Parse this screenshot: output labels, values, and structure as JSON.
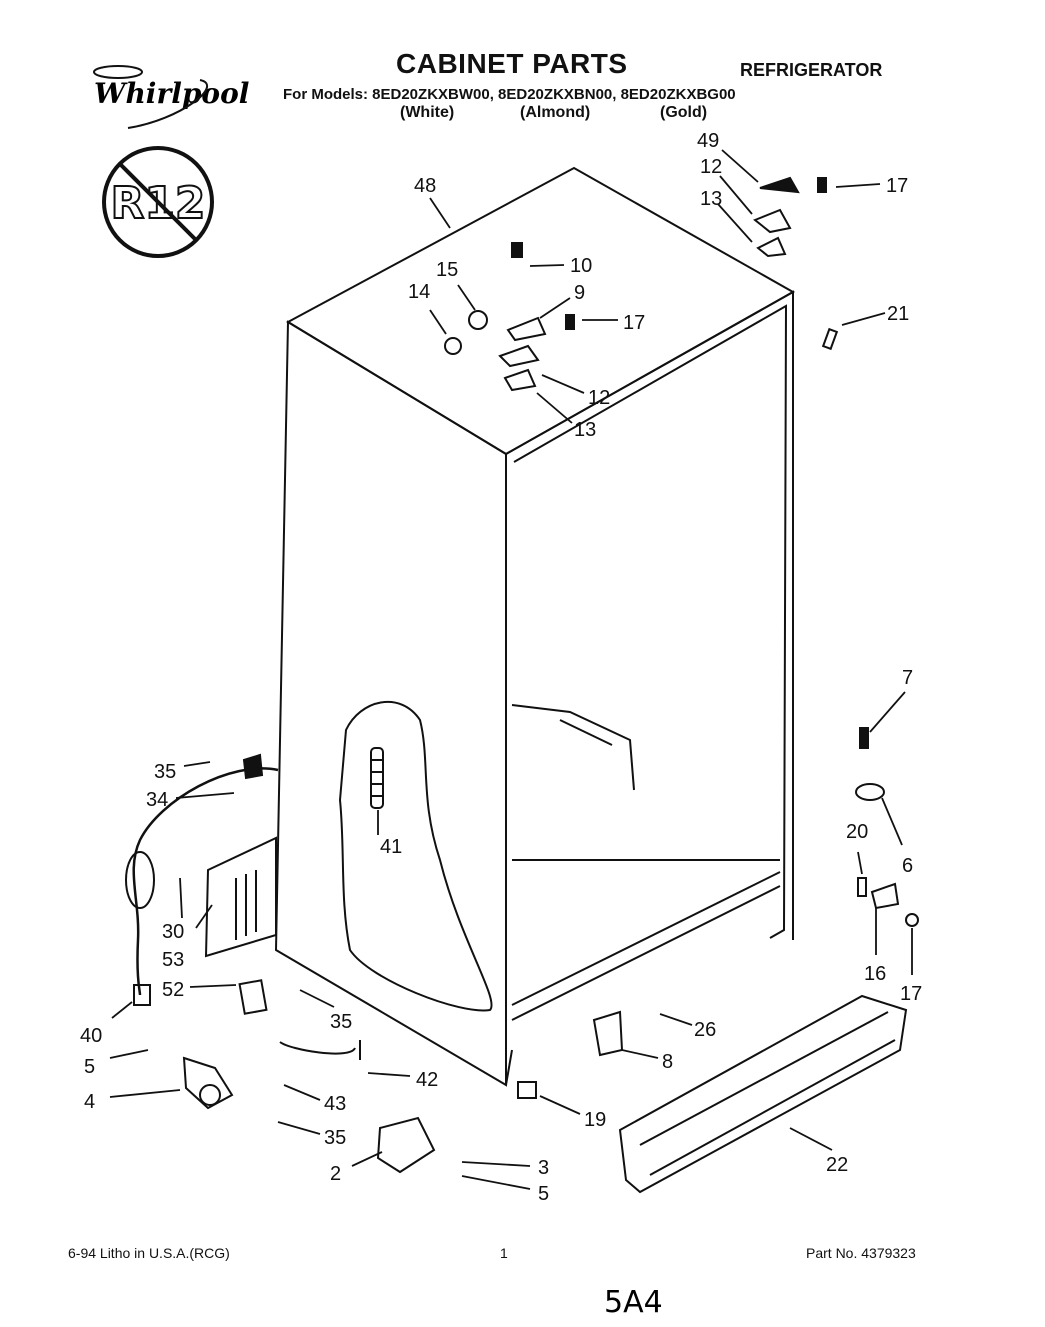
{
  "brand": "Whirlpool",
  "badge": "R12",
  "header": {
    "title": "CABINET PARTS",
    "product": "REFRIGERATOR",
    "models_line": "For Models: 8ED20ZKXBW00, 8ED20ZKXBN00, 8ED20ZKXBG00",
    "variants": [
      "(White)",
      "(Almond)",
      "(Gold)"
    ]
  },
  "callouts": [
    "49",
    "12",
    "17",
    "13",
    "48",
    "10",
    "15",
    "9",
    "14",
    "17",
    "21",
    "12",
    "13",
    "7",
    "35",
    "34",
    "41",
    "6",
    "20",
    "30",
    "53",
    "16",
    "17",
    "52",
    "40",
    "35",
    "26",
    "5",
    "8",
    "42",
    "4",
    "43",
    "19",
    "35",
    "2",
    "3",
    "22",
    "5"
  ],
  "footer": {
    "left": "6-94  Litho in U.S.A.(RCG)",
    "page": "1",
    "part_no": "Part No. 4379323",
    "handwritten": "5A4"
  }
}
